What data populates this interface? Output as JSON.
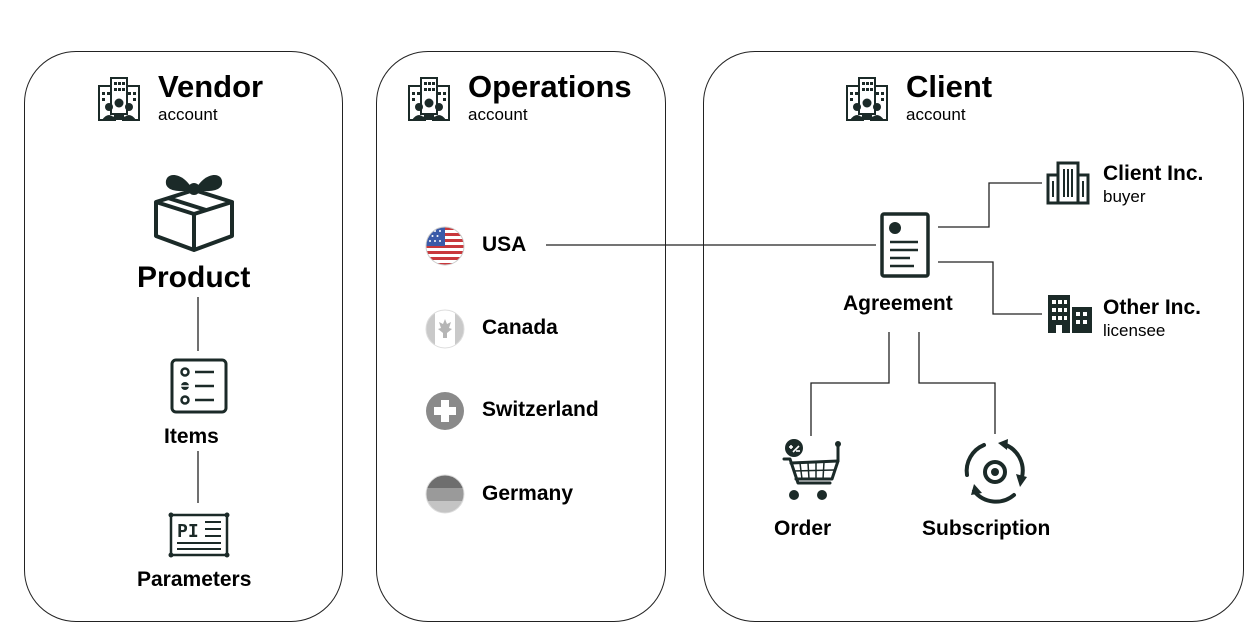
{
  "accounts": {
    "vendor": {
      "title": "Vendor",
      "subtitle": "account"
    },
    "operations": {
      "title": "Operations",
      "subtitle": "account"
    },
    "client": {
      "title": "Client",
      "subtitle": "account"
    }
  },
  "vendor": {
    "product_label": "Product",
    "items_label": "Items",
    "parameters_label": "Parameters",
    "icons": [
      "office-people-icon",
      "gift-box-icon",
      "checklist-icon",
      "parameters-sheet-icon"
    ]
  },
  "operations": {
    "markets": [
      {
        "label": "USA",
        "icon": "usa-flag-icon"
      },
      {
        "label": "Canada",
        "icon": "canada-flag-icon"
      },
      {
        "label": "Switzerland",
        "icon": "switzerland-flag-icon"
      },
      {
        "label": "Germany",
        "icon": "germany-flag-icon"
      }
    ]
  },
  "client": {
    "agreement_label": "Agreement",
    "companies": [
      {
        "name": "Client Inc.",
        "role": "buyer",
        "icon": "building-icon"
      },
      {
        "name": "Other Inc.",
        "role": "licensee",
        "icon": "buildings-icon"
      }
    ],
    "order_label": "Order",
    "subscription_label": "Subscription",
    "icons": [
      "document-icon",
      "shopping-cart-icon",
      "subscription-cycle-icon"
    ]
  },
  "colors": {
    "icon_dark": "#1b2a28",
    "line": "#222222",
    "flag_red": "#c8383c",
    "flag_blue": "#3b5aa8",
    "flag_gray": "#8a8a8a"
  }
}
